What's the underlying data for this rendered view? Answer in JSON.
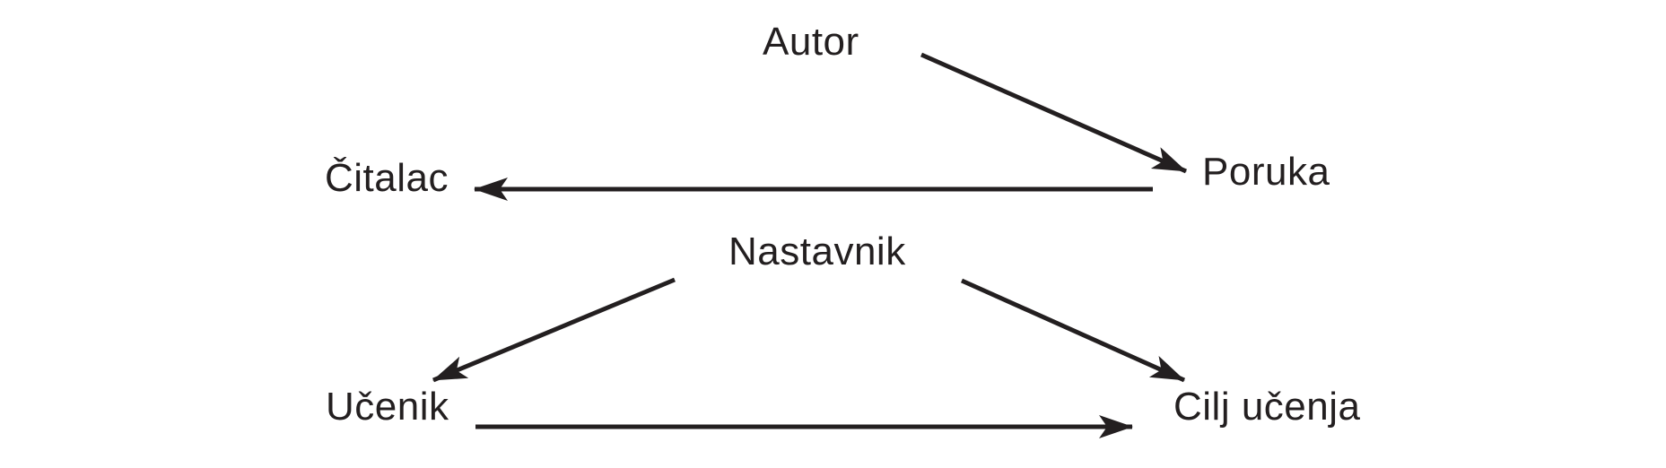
{
  "diagram": {
    "background_color": "#ffffff",
    "ink_color": "#231f20",
    "nodes": {
      "autor": {
        "label": "Autor"
      },
      "poruka": {
        "label": "Poruka"
      },
      "citalac": {
        "label": "Čitalac"
      },
      "nastavnik": {
        "label": "Nastavnik"
      },
      "ucenik": {
        "label": "Učenik"
      },
      "cilj_ucenja": {
        "label": "Cilj učenja"
      }
    },
    "edges": [
      {
        "from": "Autor",
        "to": "Poruka",
        "direction": "down-right"
      },
      {
        "from": "Poruka",
        "to": "Čitalac",
        "direction": "left"
      },
      {
        "from": "Nastavnik",
        "to": "Učenik",
        "direction": "down-left"
      },
      {
        "from": "Nastavnik",
        "to": "Cilj učenja",
        "direction": "down-right"
      },
      {
        "from": "Učenik",
        "to": "Cilj učenja",
        "direction": "right"
      }
    ]
  }
}
